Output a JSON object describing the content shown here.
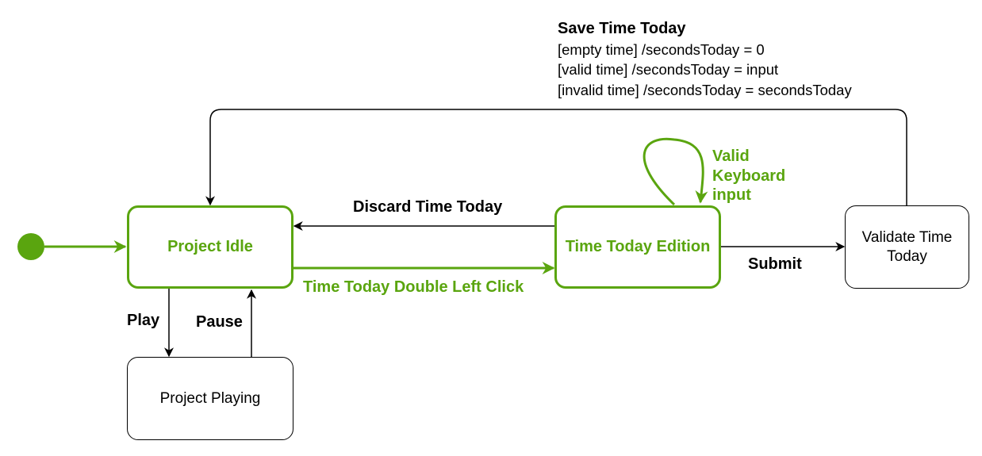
{
  "colors": {
    "accent": "#5aa50f",
    "line": "#000000",
    "background": "#ffffff"
  },
  "states": {
    "idle": "Project Idle",
    "edition": "Time Today Edition",
    "validate_line1": "Validate Time",
    "validate_line2": "Today",
    "playing": "Project Playing"
  },
  "transitions": {
    "discard": "Discard Time Today",
    "double_click": "Time Today Double Left Click",
    "submit": "Submit",
    "play": "Play",
    "pause": "Pause",
    "valid_line1": "Valid",
    "valid_line2": "Keyboard",
    "valid_line3": "input",
    "save": {
      "title": "Save Time Today",
      "cond_empty": "[empty time] /secondsToday = 0",
      "cond_valid": "[valid time] /secondsToday = input",
      "cond_invalid": "[invalid time] /secondsToday = secondsToday"
    }
  }
}
